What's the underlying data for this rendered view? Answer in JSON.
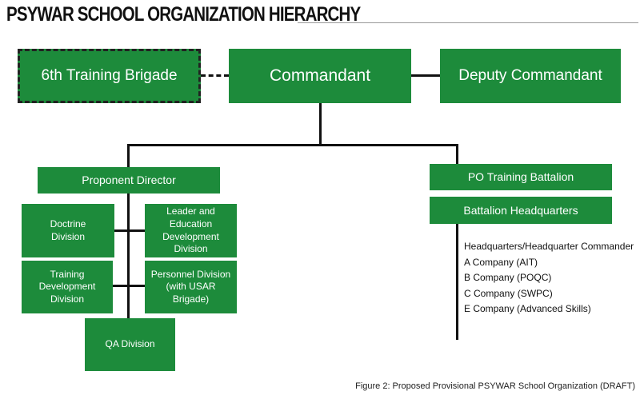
{
  "header": {
    "title": "PSYWAR SCHOOL ORGANIZATION HIERARCHY"
  },
  "boxes": {
    "brigade": "6th Training Brigade",
    "commandant": "Commandant",
    "deputy": "Deputy Commandant",
    "proponent": "Proponent Director",
    "doctrine": "Doctrine Division",
    "leader": "Leader and Education Development Division",
    "training_dev": "Training Development Division",
    "personnel": "Personnel Division (with USAR Brigade)",
    "qa": "QA Division",
    "po_battalion": "PO Training Battalion",
    "battalion_hq": "Battalion Headquarters"
  },
  "companies": [
    "Headquarters/Headquarter Commander",
    "A Company (AIT)",
    "B Company (POQC)",
    "C Company (SWPC)",
    "E Company (Advanced Skills)"
  ],
  "caption": "Figure 2: Proposed Provisional PSYWAR School Organization (DRAFT)",
  "colors": {
    "box_green": "#1d8b3b",
    "line": "#111111"
  }
}
